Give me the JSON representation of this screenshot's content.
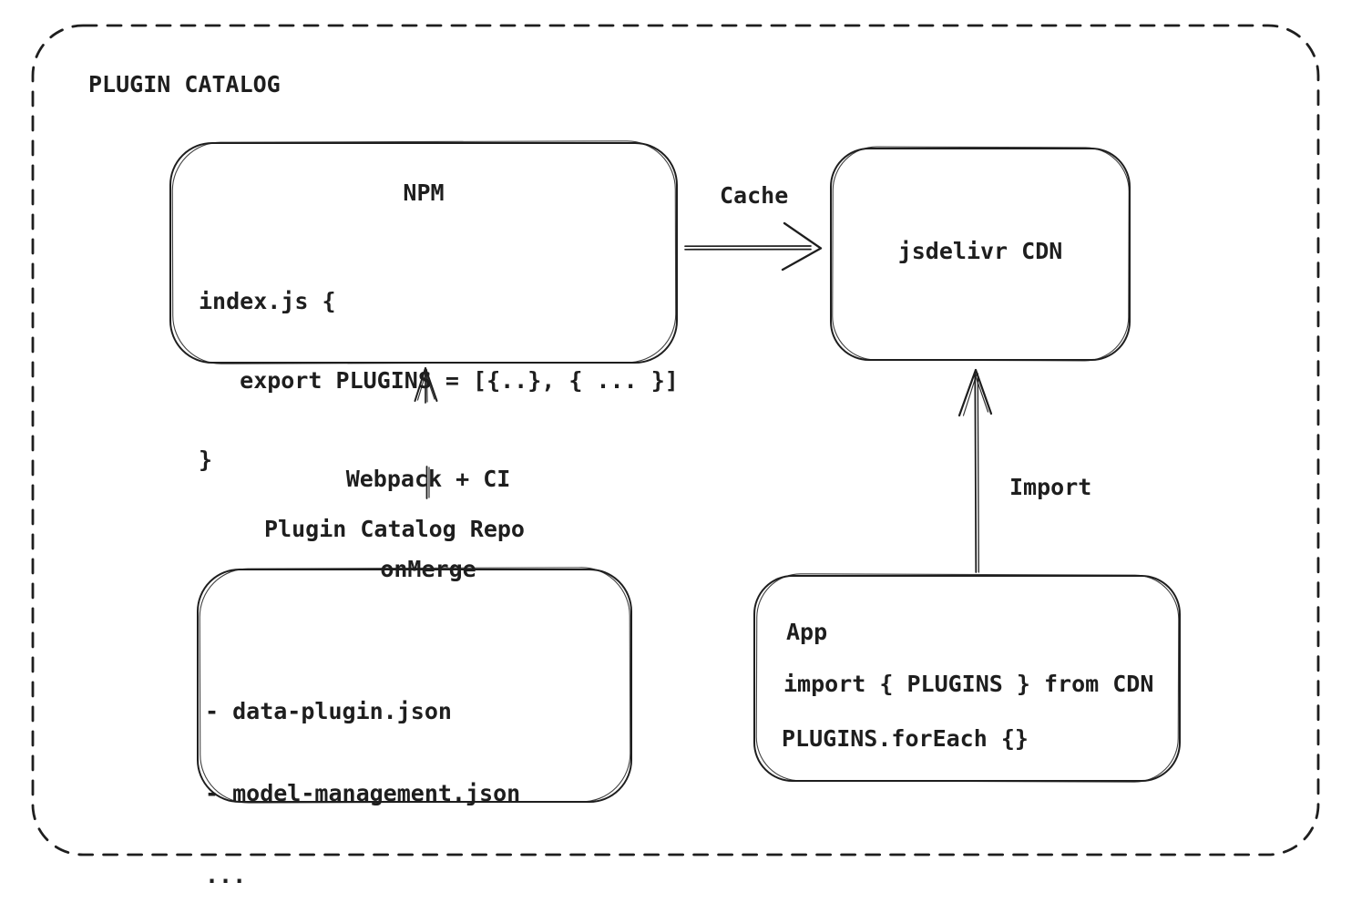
{
  "title": "PLUGIN CATALOG",
  "npm": {
    "title": "NPM",
    "code": [
      "index.js {",
      "   export PLUGINS = [{..}, { ... }]",
      "}"
    ]
  },
  "cdn": {
    "label": "jsdelivr CDN"
  },
  "repo": {
    "label": "Plugin Catalog Repo",
    "files": [
      "- data-plugin.json",
      "- model-management.json",
      "..."
    ]
  },
  "app": {
    "title": "App",
    "code": [
      "import { PLUGINS } from CDN",
      "PLUGINS.forEach {}"
    ]
  },
  "edges": {
    "cache_label": "Cache",
    "build_label_line1": "Webpack + CI",
    "build_label_line2": "onMerge",
    "import_label": "Import"
  },
  "colors": {
    "stroke": "#1e1e1e",
    "background": "#ffffff"
  }
}
